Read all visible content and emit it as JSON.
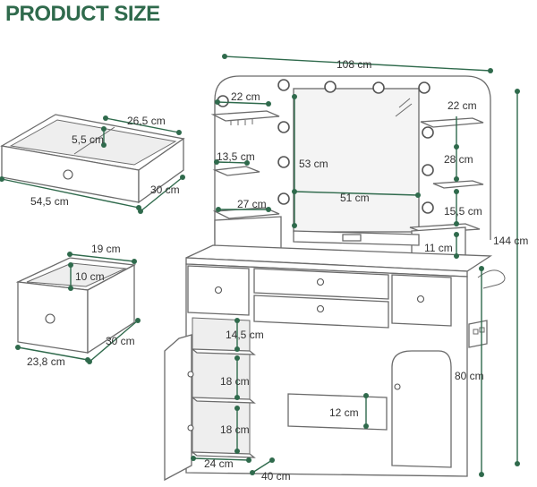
{
  "title": "PRODUCT SIZE",
  "dimensions": {
    "total_width": "108 cm",
    "total_height": "144 cm",
    "desk_height": "80 cm",
    "depth": "40 cm",
    "mirror_height": "53 cm",
    "mirror_width": "51 cm",
    "left_shelf_top": "22 cm",
    "left_shelf_mid": "13,5 cm",
    "left_shelf_bottom": "27 cm",
    "right_shelf_top": "22 cm",
    "right_shelf_mid": "28 cm",
    "right_shelf_bottom": "15,5 cm",
    "right_shelf_base": "11 cm",
    "cabinet_shelf_1": "14,5 cm",
    "cabinet_shelf_2": "18 cm",
    "cabinet_shelf_3": "18 cm",
    "cabinet_width": "24 cm",
    "kneehole_gap": "12 cm",
    "big_drawer_width": "54,5 cm",
    "big_drawer_depth": "26,5 cm",
    "big_drawer_height": "5,5 cm",
    "big_drawer_length": "30 cm",
    "small_drawer_width": "19 cm",
    "small_drawer_height": "10 cm",
    "small_drawer_depth": "30 cm",
    "small_drawer_front": "23,8 cm"
  },
  "colors": {
    "accent": "#2f6a4c",
    "line": "#6b6b6b"
  }
}
